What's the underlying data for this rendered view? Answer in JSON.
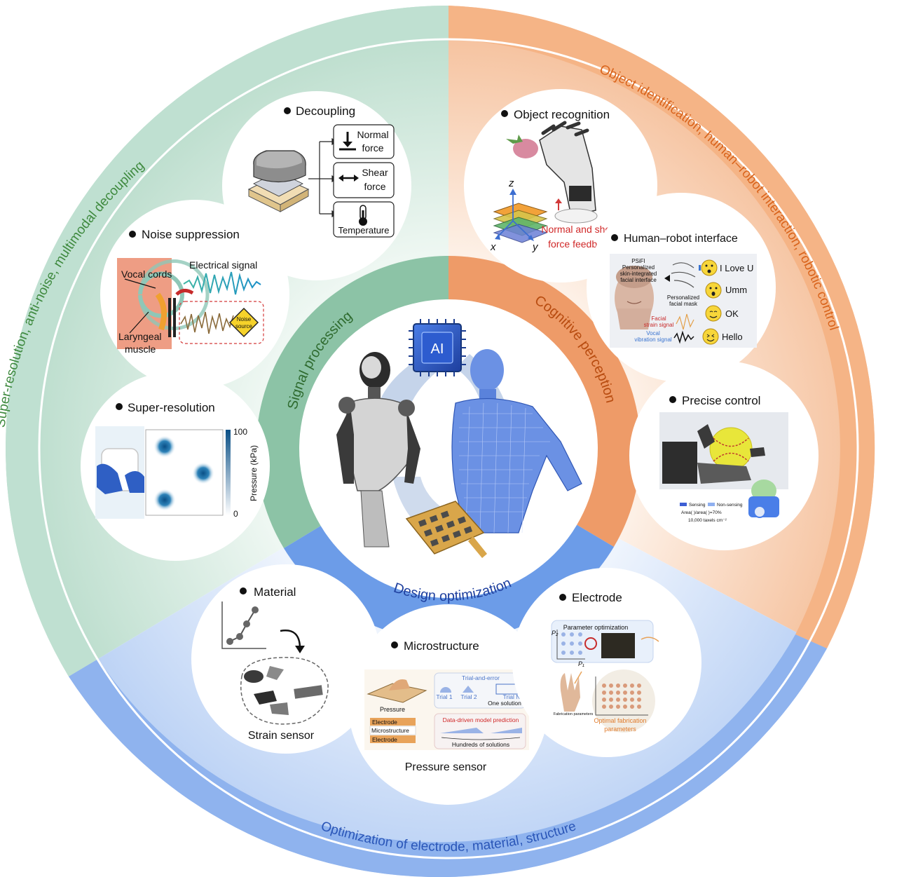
{
  "outer_ring": {
    "left": "Super-resolution, anti-noise, multimodal decoupling",
    "right": "Object identification, human–robot interaction, robotic control",
    "bottom": "Optimization of electrode, material, structure"
  },
  "inner_ring": {
    "left": "Signal processing",
    "right": "Cognitive perception",
    "bottom": "Design optimization"
  },
  "center": {
    "chip_label": "AI"
  },
  "panels": {
    "decoupling": {
      "title": "Decoupling",
      "items": [
        "Normal",
        "force",
        "Shear",
        "force",
        "Temperature"
      ]
    },
    "noise": {
      "title": "Noise suppression",
      "vocal": "Vocal cords",
      "electrical": "Electrical signal",
      "laryngeal_1": "Laryngeal",
      "laryngeal_2": "muscle",
      "noise_1": "Noise",
      "noise_2": "source"
    },
    "superres": {
      "title": "Super-resolution",
      "cb_max": "100",
      "cb_min": "0",
      "cb_label": "Pressure (kPa)"
    },
    "object": {
      "title": "Object recognition",
      "z": "z",
      "x": "x",
      "y": "y",
      "feedback_1": "Normal and shear",
      "feedback_2": "force feedback"
    },
    "hri": {
      "title": "Human–robot interface",
      "psifi": [
        "PSiFI",
        "Personalized",
        "skin-integrated",
        "facial interface"
      ],
      "mask": [
        "Personalized",
        "facial mask"
      ],
      "strain": [
        "Facial",
        "strain signal"
      ],
      "vocal": [
        "Vocal",
        "vibration signal"
      ],
      "words": [
        "I Love U",
        "Umm",
        "OK",
        "Hello"
      ]
    },
    "precise": {
      "title": "Precise control",
      "legend_sensing": "Sensing",
      "legend_non": "Non-sensing",
      "legend_area": "Area(      )/area(      )=70%",
      "legend_density": "10,000 taxels cm⁻²"
    },
    "material": {
      "title": "Material",
      "caption": "Strain sensor"
    },
    "micro": {
      "title": "Microstructure",
      "caption": "Pressure sensor",
      "pressure": "Pressure",
      "layers": [
        "Electrode",
        "Microstructure",
        "Electrode"
      ],
      "trial_title": "Trial-and-error",
      "trial1": "Trial 1",
      "trial2": "Trial 2",
      "trialN": "Trial N",
      "one": "One solution",
      "data_title": "Data-driven model prediction",
      "hundreds": "Hundreds of solutions"
    },
    "electrode": {
      "title": "Electrode",
      "param": "Parameter optimization",
      "p2": "P₂",
      "p1": "P₁",
      "fab": "Fabrication parameters",
      "optimal_1": "Optimal fabrication",
      "optimal_2": "parameters"
    }
  },
  "colors": {
    "green_outer": "#c5e3d6",
    "green_inner": "#8fc5a9",
    "orange_outer": "#f8cdb0",
    "orange_inner": "#ef9a6a",
    "blue_outer": "#cfe0f8",
    "blue_inner": "#6e9ee9",
    "text_green": "#3f8a3f",
    "text_orange": "#d9641c",
    "text_blue": "#2a56b8"
  }
}
